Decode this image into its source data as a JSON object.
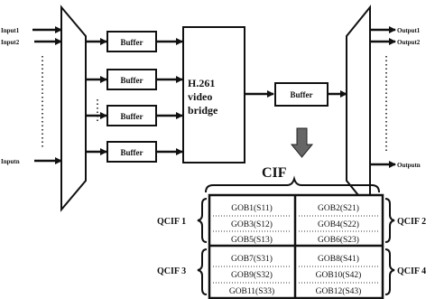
{
  "inputs": [
    "Input1",
    "Input2",
    "Inputn"
  ],
  "outputs": [
    "Output1",
    "Output2",
    "Outputn"
  ],
  "buffer_label": "Buffer",
  "bridge_lines": [
    "H.261",
    "video",
    "bridge"
  ],
  "cif_label": "CIF",
  "qcif": [
    "QCIF 1",
    "QCIF 2",
    "QCIF 3",
    "QCIF 4"
  ],
  "gob_cells": [
    [
      "GOB1(S11)",
      "GOB3(S12)",
      "GOB5(S13)"
    ],
    [
      "GOB2(S21)",
      "GOB4(S22)",
      "GOB6(S23)"
    ],
    [
      "GOB7(S31)",
      "GOB9(S32)",
      "GOB11(S33)"
    ],
    [
      "GOB8(S41)",
      "GOB10(S42)",
      "GOB12(S43)"
    ]
  ]
}
